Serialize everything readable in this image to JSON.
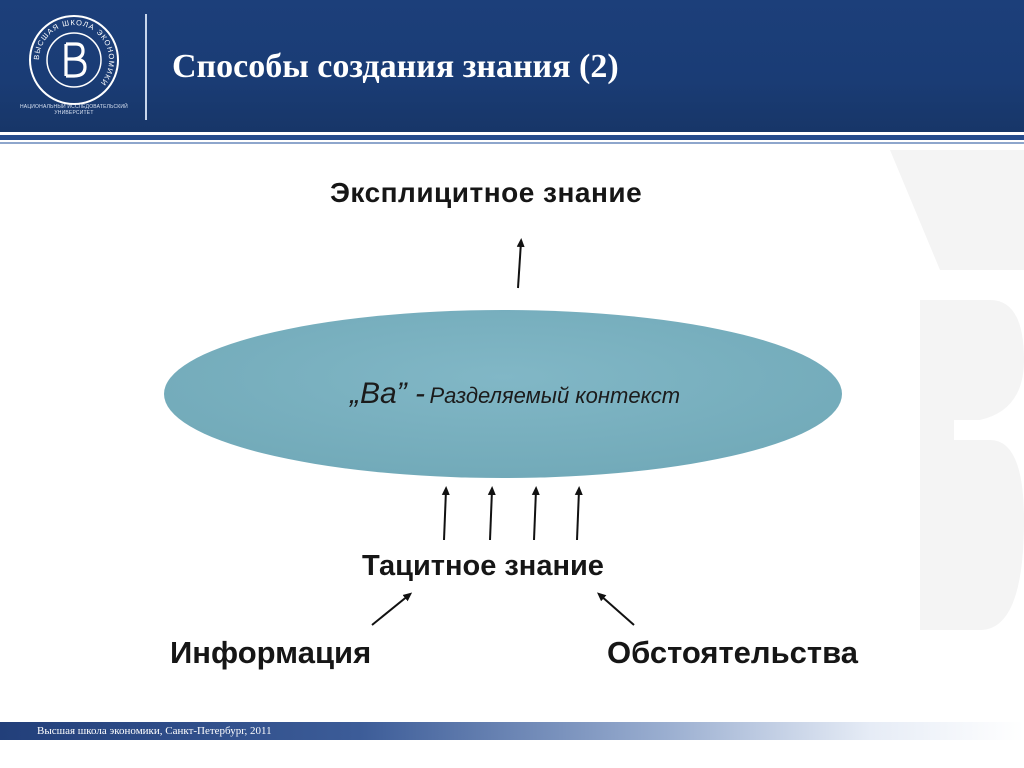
{
  "header": {
    "title": "Способы создания знания (2)",
    "logo_caption": "НАЦИОНАЛЬНЫЙ ИССЛЕДОВАТЕЛЬСКИЙ УНИВЕРСИТЕТ",
    "logo_ring_text": "ВЫСШАЯ ШКОЛА ЭКОНОМИКИ",
    "background_color": "#1c3f7a"
  },
  "diagram": {
    "top_label": "Эксплицитное знание",
    "ellipse": {
      "term": "„Ba” -",
      "description": "Разделяемый контекст",
      "fill_color": "#78afbf"
    },
    "tacit_label": "Тацитное знание",
    "left_source": "Информация",
    "right_source": "Обстоятельства"
  },
  "footer": {
    "text": "Высшая школа экономики, Санкт-Петербург, 2011"
  }
}
